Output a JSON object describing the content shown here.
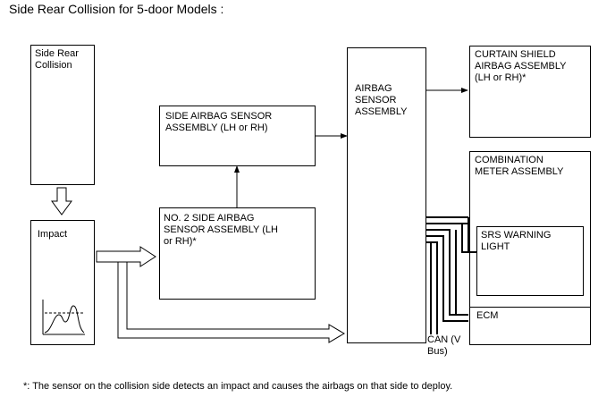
{
  "title": "Side Rear Collision for 5-door Models :",
  "boxes": {
    "side_rear_collision": "Side Rear\nCollision",
    "impact": "Impact",
    "side_airbag_sensor": "SIDE AIRBAG SENSOR\nASSEMBLY (LH or RH)",
    "no2_side_airbag_sensor": "NO. 2 SIDE AIRBAG\nSENSOR ASSEMBLY (LH\nor RH)*",
    "airbag_sensor": "AIRBAG\nSENSOR\nASSEMBLY",
    "curtain_shield": "CURTAIN SHIELD\nAIRBAG ASSEMBLY\n(LH or RH)*",
    "combination_meter": "COMBINATION\nMETER ASSEMBLY",
    "srs_warning": "SRS WARNING\nLIGHT",
    "ecm": "ECM"
  },
  "can_label": "CAN (V\nBus)",
  "footnote": "*: The sensor on the collision side detects an impact and causes the airbags on that side to deploy."
}
